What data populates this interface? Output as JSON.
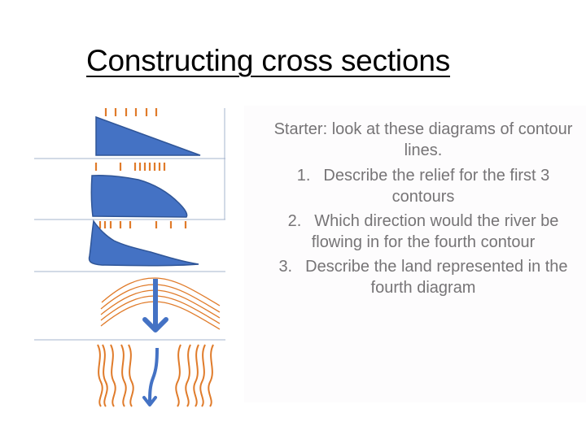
{
  "slide": {
    "title": "Constructing cross sections",
    "intro": "Starter: look at these diagrams of contour lines.",
    "questions": [
      {
        "num": "1.",
        "text": "Describe the relief for the first 3 contours"
      },
      {
        "num": "2.",
        "text": "Which direction would the river be flowing in for the fourth contour"
      },
      {
        "num": "3.",
        "text": "Describe the land represented in the fourth diagram"
      }
    ]
  },
  "diagrams": {
    "colors": {
      "profile_fill": "#4472c4",
      "profile_stroke": "#2f5597",
      "contour": "#e07b2a",
      "river": "#4472c4",
      "divider": "#a6b4cc",
      "text": "#767476"
    },
    "items": [
      {
        "id": "profile-1",
        "type": "cross-section",
        "shape": "uniform slope",
        "tick_x": [
          130,
          142,
          155,
          167,
          180,
          192
        ]
      },
      {
        "id": "profile-2",
        "type": "cross-section",
        "shape": "convex slope",
        "tick_x": [
          118,
          148,
          166,
          172,
          178,
          184,
          190,
          196,
          202
        ]
      },
      {
        "id": "profile-3",
        "type": "cross-section",
        "shape": "concave slope",
        "tick_x": [
          123,
          129,
          136,
          148,
          160,
          192,
          210,
          228
        ]
      },
      {
        "id": "contour-4",
        "type": "contour-map",
        "shape": "curved contours with river arrow pointing down"
      },
      {
        "id": "contour-5",
        "type": "contour-map",
        "shape": "wavy vertical contours with river arrow pointing down"
      }
    ]
  }
}
